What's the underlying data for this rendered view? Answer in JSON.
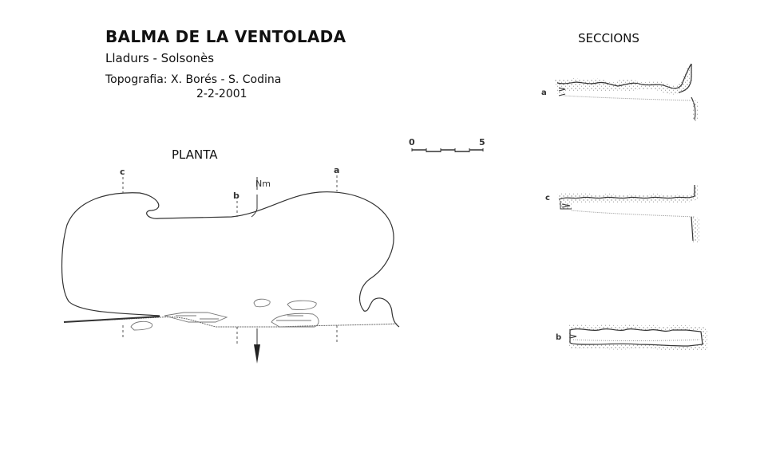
{
  "header": {
    "title": "BALMA DE LA VENTOLADA",
    "location": "Lladurs - Solsonès",
    "topography": "Topografia: X. Borés - S. Codina",
    "date": "2-2-2001"
  },
  "plan": {
    "label": "PLANTA",
    "north_label": "Nm",
    "section_marks": [
      "c",
      "b",
      "a"
    ]
  },
  "scale": {
    "start": "0",
    "end": "5"
  },
  "sections": {
    "label": "SECCIONS",
    "items": [
      "a",
      "c",
      "b"
    ]
  },
  "colors": {
    "ink": "#333333",
    "stipple": "#888888"
  }
}
